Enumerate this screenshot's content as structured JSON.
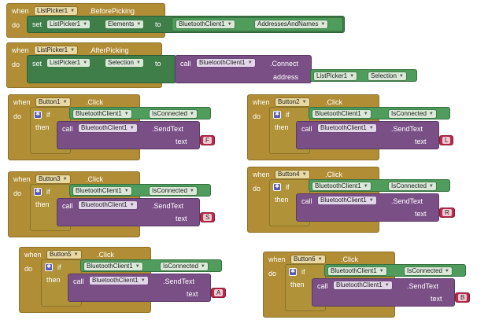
{
  "kw": {
    "when": "when",
    "do": "do",
    "set": "set",
    "to": "to",
    "call": "call",
    "address": "address",
    "if": "if",
    "then": "then",
    "text": "text"
  },
  "listpicker": {
    "component": "ListPicker1",
    "before_event": ".BeforePicking",
    "after_event": ".AfterPicking",
    "prop_elements": "Elements",
    "prop_selection": "Selection"
  },
  "bt": {
    "component": "BluetoothClient1",
    "prop_addresses": "AddressesAndNames",
    "method_connect": ".Connect",
    "prop_isconnected": "IsConnected",
    "method_sendtext": ".SendText"
  },
  "click_event": ".Click",
  "buttons": [
    {
      "name": "Button1",
      "value": "F"
    },
    {
      "name": "Button2",
      "value": "L"
    },
    {
      "name": "Button3",
      "value": "S"
    },
    {
      "name": "Button4",
      "value": "R"
    },
    {
      "name": "Button5",
      "value": "A"
    },
    {
      "name": "Button6",
      "value": "B"
    }
  ],
  "colors": {
    "event": "#b18e35",
    "setter": "#3f7e49",
    "getter": "#4f9c5c",
    "method": "#7a4f86",
    "text": "#b8294a"
  }
}
